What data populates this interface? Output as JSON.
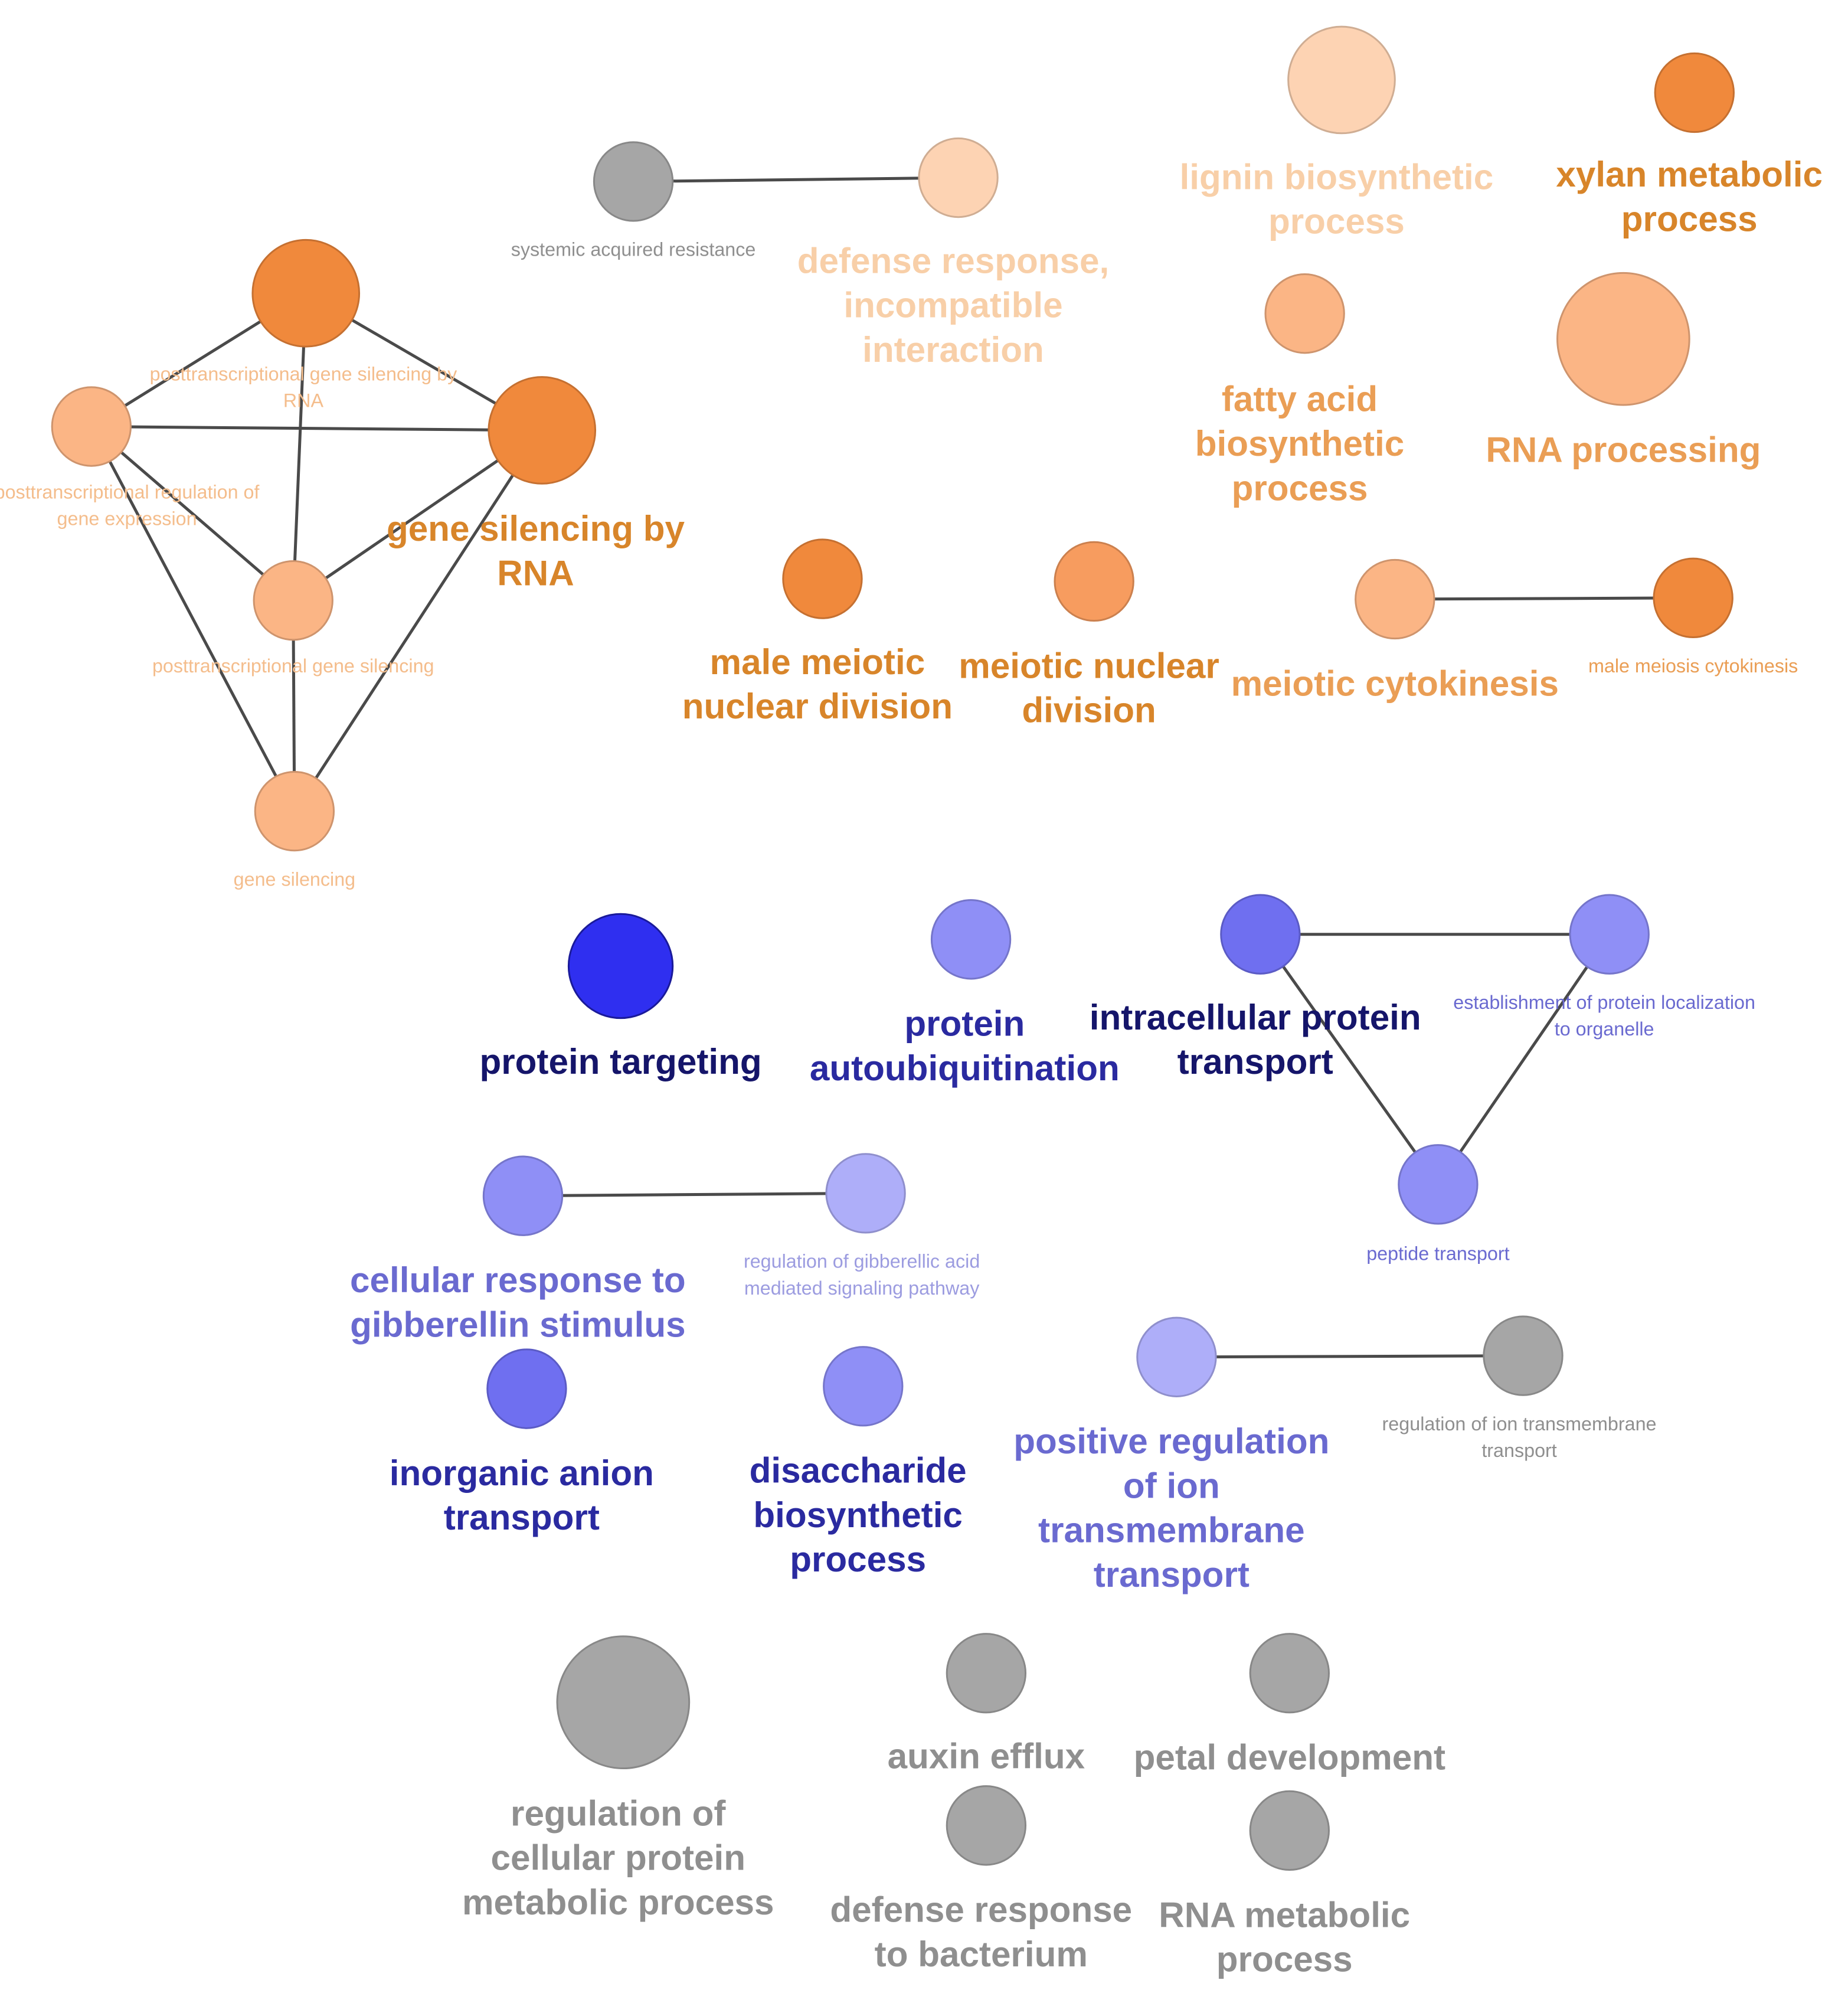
{
  "palette": {
    "orange_dark": "#f0893c",
    "orange_mid": "#f79c5f",
    "orange_light": "#fbb585",
    "orange_pale": "#fdd3b3",
    "orange_text_dark": "#d8852a",
    "orange_text_mid": "#ea9e55",
    "orange_text_light": "#f4bd8c",
    "orange_text_pale": "#f8cfa8",
    "blue_dark": "#2f2ff0",
    "blue_mid": "#6f6ff0",
    "blue_light": "#8f8ff6",
    "blue_pale": "#aeaef9",
    "blue_text_navy": "#15156a",
    "blue_text_dark": "#2a2aa0",
    "blue_text_mid": "#6a6ad0",
    "blue_text_light": "#9c9ce0",
    "grey_node": "#a6a6a6",
    "grey_text": "#8f8f8f",
    "edge": "#4a4a4a"
  },
  "nodes": [
    {
      "id": "post_tx_silencing_rna",
      "group": "orange",
      "shade": "orange_dark",
      "label": [
        "posttranscriptional gene silencing by",
        "RNA"
      ],
      "label_style": "small",
      "label_color": "orange_text_light"
    },
    {
      "id": "gene_silencing_rna",
      "group": "orange",
      "shade": "orange_dark",
      "label": [
        "gene silencing by",
        "RNA"
      ],
      "label_style": "big",
      "label_color": "orange_text_dark"
    },
    {
      "id": "post_tx_reg_expr",
      "group": "orange",
      "shade": "orange_light",
      "label": [
        "posttranscriptional regulation of",
        "gene expression"
      ],
      "label_style": "small",
      "label_color": "orange_text_light"
    },
    {
      "id": "post_tx_silencing",
      "group": "orange",
      "shade": "orange_light",
      "label": [
        "posttranscriptional gene silencing"
      ],
      "label_style": "small",
      "label_color": "orange_text_light"
    },
    {
      "id": "gene_silencing",
      "group": "orange",
      "shade": "orange_light",
      "label": [
        "gene silencing"
      ],
      "label_style": "small",
      "label_color": "orange_text_light"
    },
    {
      "id": "systemic_acquired_resistance",
      "group": "grey",
      "shade": "grey_node",
      "label": [
        "systemic acquired resistance"
      ],
      "label_style": "small",
      "label_color": "grey_text"
    },
    {
      "id": "defense_incompatible",
      "group": "orange",
      "shade": "orange_pale",
      "label": [
        "defense response,",
        "incompatible",
        "interaction"
      ],
      "label_style": "big",
      "label_color": "orange_text_pale"
    },
    {
      "id": "lignin",
      "group": "orange",
      "shade": "orange_pale",
      "label": [
        "lignin biosynthetic",
        "process"
      ],
      "label_style": "big",
      "label_color": "orange_text_pale"
    },
    {
      "id": "xylan",
      "group": "orange",
      "shade": "orange_dark",
      "label": [
        "xylan metabolic",
        "process"
      ],
      "label_style": "big",
      "label_color": "orange_text_dark"
    },
    {
      "id": "fatty_acid",
      "group": "orange",
      "shade": "orange_light",
      "label": [
        "fatty acid",
        "biosynthetic",
        "process"
      ],
      "label_style": "big",
      "label_color": "orange_text_mid"
    },
    {
      "id": "rna_processing",
      "group": "orange",
      "shade": "orange_light",
      "label": [
        "RNA processing"
      ],
      "label_style": "big",
      "label_color": "orange_text_mid"
    },
    {
      "id": "male_meiotic_nuclear",
      "group": "orange",
      "shade": "orange_dark",
      "label": [
        "male meiotic",
        "nuclear division"
      ],
      "label_style": "big",
      "label_color": "orange_text_dark"
    },
    {
      "id": "meiotic_nuclear",
      "group": "orange",
      "shade": "orange_mid",
      "label": [
        "meiotic nuclear",
        "division"
      ],
      "label_style": "big",
      "label_color": "orange_text_dark"
    },
    {
      "id": "meiotic_cytokinesis",
      "group": "orange",
      "shade": "orange_light",
      "label": [
        "meiotic cytokinesis"
      ],
      "label_style": "big",
      "label_color": "orange_text_mid"
    },
    {
      "id": "male_meiosis_cytokinesis",
      "group": "orange",
      "shade": "orange_dark",
      "label": [
        "male meiosis cytokinesis"
      ],
      "label_style": "small",
      "label_color": "orange_text_mid"
    },
    {
      "id": "protein_targeting",
      "group": "blue",
      "shade": "blue_dark",
      "label": [
        "protein targeting"
      ],
      "label_style": "big",
      "label_color": "blue_text_navy"
    },
    {
      "id": "protein_autoubiquitination",
      "group": "blue",
      "shade": "blue_light",
      "label": [
        "protein",
        "autoubiquitination"
      ],
      "label_style": "big",
      "label_color": "blue_text_dark"
    },
    {
      "id": "intracellular_protein_transport",
      "group": "blue",
      "shade": "blue_mid",
      "label": [
        "intracellular protein",
        "transport"
      ],
      "label_style": "big",
      "label_color": "blue_text_navy"
    },
    {
      "id": "establishment_localization",
      "group": "blue",
      "shade": "blue_light",
      "label": [
        "establishment of protein localization",
        "to organelle"
      ],
      "label_style": "small",
      "label_color": "blue_text_mid"
    },
    {
      "id": "peptide_transport",
      "group": "blue",
      "shade": "blue_light",
      "label": [
        "peptide transport"
      ],
      "label_style": "small",
      "label_color": "blue_text_mid"
    },
    {
      "id": "cellular_response_gibberellin",
      "group": "blue",
      "shade": "blue_light",
      "label": [
        "cellular response to",
        "gibberellin stimulus"
      ],
      "label_style": "big",
      "label_color": "blue_text_mid"
    },
    {
      "id": "regulation_gibberellic",
      "group": "blue",
      "shade": "blue_pale",
      "label": [
        "regulation of gibberellic acid",
        "mediated signaling pathway"
      ],
      "label_style": "small",
      "label_color": "blue_text_light"
    },
    {
      "id": "inorganic_anion",
      "group": "blue",
      "shade": "blue_mid",
      "label": [
        "inorganic anion",
        "transport"
      ],
      "label_style": "big",
      "label_color": "blue_text_dark"
    },
    {
      "id": "disaccharide",
      "group": "blue",
      "shade": "blue_light",
      "label": [
        "disaccharide",
        "biosynthetic",
        "process"
      ],
      "label_style": "big",
      "label_color": "blue_text_dark"
    },
    {
      "id": "positive_reg_ion",
      "group": "blue",
      "shade": "blue_pale",
      "label": [
        "positive regulation",
        "of ion",
        "transmembrane",
        "transport"
      ],
      "label_style": "big",
      "label_color": "blue_text_mid"
    },
    {
      "id": "regulation_ion_transmembrane",
      "group": "grey",
      "shade": "grey_node",
      "label": [
        "regulation of ion transmembrane",
        "transport"
      ],
      "label_style": "small",
      "label_color": "grey_text"
    },
    {
      "id": "regulation_cellular_protein",
      "group": "grey",
      "shade": "grey_node",
      "label": [
        "regulation of",
        "cellular protein",
        "metabolic process"
      ],
      "label_style": "big",
      "label_color": "grey_text"
    },
    {
      "id": "auxin_efflux",
      "group": "grey",
      "shade": "grey_node",
      "label": [
        "auxin efflux"
      ],
      "label_style": "big",
      "label_color": "grey_text"
    },
    {
      "id": "petal_development",
      "group": "grey",
      "shade": "grey_node",
      "label": [
        "petal development"
      ],
      "label_style": "big",
      "label_color": "grey_text"
    },
    {
      "id": "defense_bacterium",
      "group": "grey",
      "shade": "grey_node",
      "label": [
        "defense response",
        "to bacterium"
      ],
      "label_style": "big",
      "label_color": "grey_text"
    },
    {
      "id": "rna_metabolic",
      "group": "grey",
      "shade": "grey_node",
      "label": [
        "RNA metabolic",
        "process"
      ],
      "label_style": "big",
      "label_color": "grey_text"
    }
  ],
  "edges": [
    [
      "post_tx_silencing_rna",
      "gene_silencing_rna"
    ],
    [
      "post_tx_silencing_rna",
      "post_tx_reg_expr"
    ],
    [
      "post_tx_silencing_rna",
      "post_tx_silencing"
    ],
    [
      "post_tx_reg_expr",
      "gene_silencing_rna"
    ],
    [
      "post_tx_reg_expr",
      "post_tx_silencing"
    ],
    [
      "post_tx_reg_expr",
      "gene_silencing"
    ],
    [
      "gene_silencing_rna",
      "post_tx_silencing"
    ],
    [
      "gene_silencing_rna",
      "gene_silencing"
    ],
    [
      "post_tx_silencing",
      "gene_silencing"
    ],
    [
      "systemic_acquired_resistance",
      "defense_incompatible"
    ],
    [
      "meiotic_cytokinesis",
      "male_meiosis_cytokinesis"
    ],
    [
      "intracellular_protein_transport",
      "establishment_localization"
    ],
    [
      "intracellular_protein_transport",
      "peptide_transport"
    ],
    [
      "establishment_localization",
      "peptide_transport"
    ],
    [
      "cellular_response_gibberellin",
      "regulation_gibberellic"
    ],
    [
      "positive_reg_ion",
      "regulation_ion_transmembrane"
    ]
  ]
}
